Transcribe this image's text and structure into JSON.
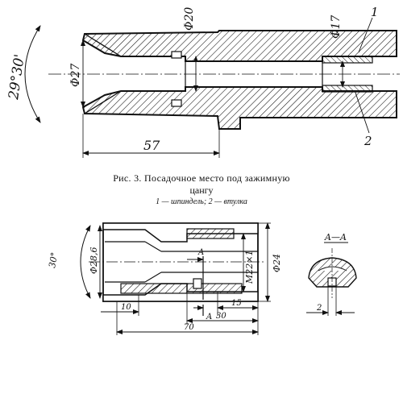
{
  "figure1": {
    "angle": "29°30'",
    "dia_large": "Φ27",
    "dia_bore": "Φ20",
    "dia_bush": "Φ17",
    "length": "57",
    "callout_spindle": "1",
    "callout_bush": "2"
  },
  "caption": {
    "line1": "Рис. 3. Посадочное место под зажимную",
    "line2": "цангу",
    "legend": "1 — шпиндель; 2 — втулка"
  },
  "figure2": {
    "angle": "30°",
    "dia_left": "Φ28,6",
    "thread": "M22×1",
    "dia_right": "Φ24",
    "section_mark": "A",
    "section_mark_lower": "A",
    "dim_10": "10",
    "dim_15": "15",
    "dim_30": "30",
    "dim_70": "70",
    "section_title": "A—A",
    "section_dim": "2"
  }
}
